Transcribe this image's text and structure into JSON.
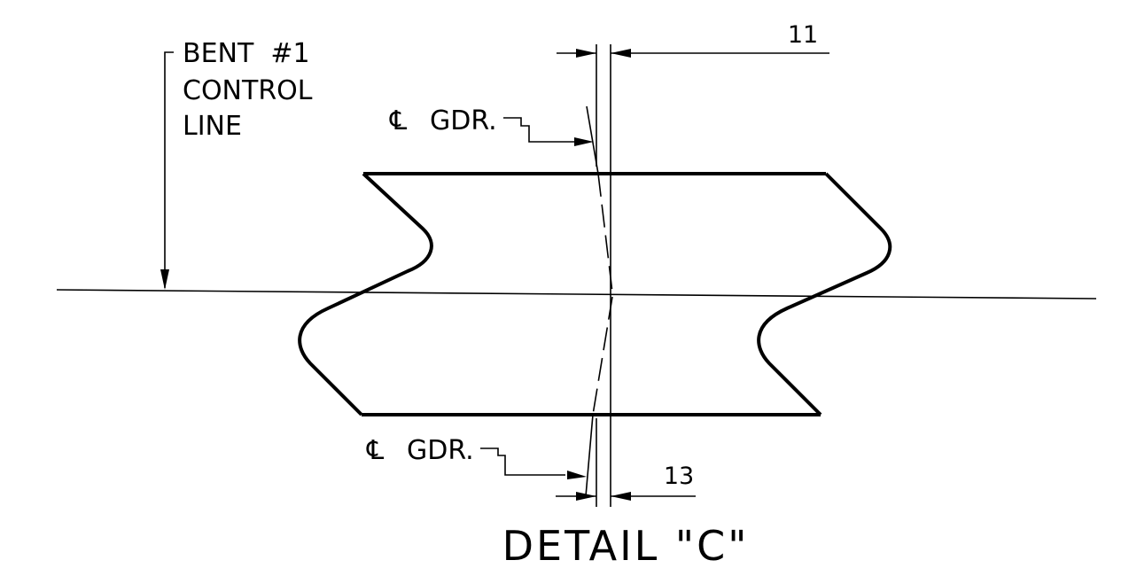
{
  "drawing": {
    "title": "DETAIL \"C\"",
    "labels": {
      "bent_line1": "BENT  #1",
      "bent_line2": "CONTROL",
      "bent_line3": "LINE",
      "cl_symbol": "℄",
      "gdr_top": "GDR.",
      "gdr_bottom": "GDR."
    },
    "dimensions": {
      "top": "11",
      "bottom": "13"
    }
  }
}
